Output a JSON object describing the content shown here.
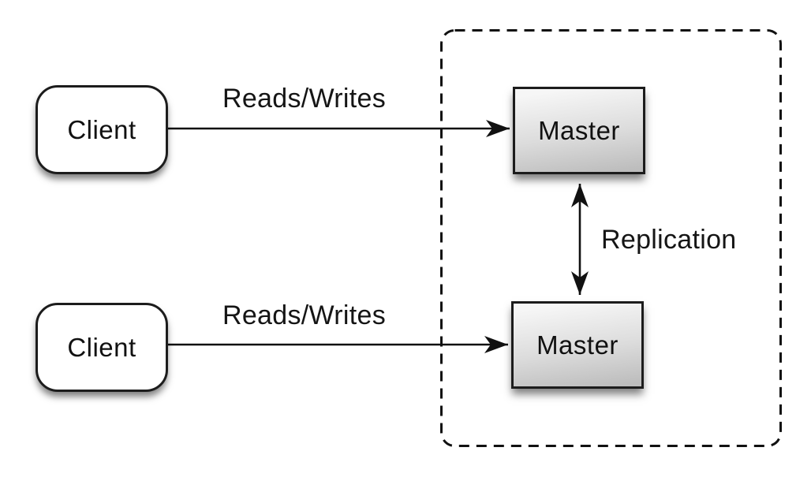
{
  "diagram": {
    "title": "master-master-replication",
    "nodes": {
      "client_top": {
        "label": "Client"
      },
      "client_bottom": {
        "label": "Client"
      },
      "master_top": {
        "label": "Master"
      },
      "master_bottom": {
        "label": "Master"
      }
    },
    "edges": {
      "reads_writes_top": {
        "label": "Reads/Writes"
      },
      "reads_writes_bottom": {
        "label": "Reads/Writes"
      },
      "replication": {
        "label": "Replication"
      }
    },
    "colors": {
      "background": "#ffffff",
      "line": "#111111",
      "node_border": "#1c1c1c",
      "client_fill": "#ffffff",
      "master_fill_light": "#f6f6f6",
      "master_fill_dark": "#bdbdbd",
      "text": "#151515"
    }
  }
}
